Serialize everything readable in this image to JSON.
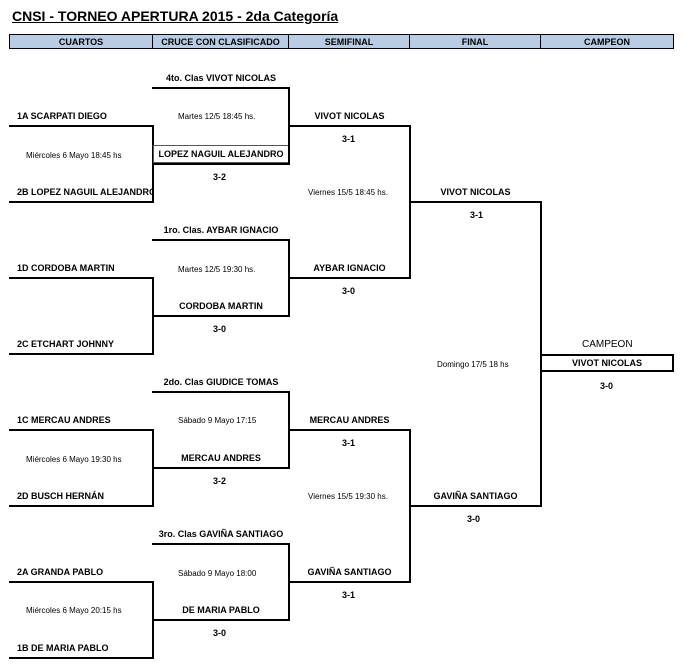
{
  "title": "CNSI - TORNEO APERTURA 2015 - 2da Categoría",
  "headers": [
    "CUARTOS",
    "CRUCE CON CLASIFICADO",
    "SEMIFINAL",
    "FINAL",
    "CAMPEON"
  ],
  "cuartos": [
    {
      "p1": "1A SCARPATI DIEGO",
      "p2": "2B LOPEZ NAGUIL ALEJANDRO",
      "date": "Miércoles 6 Mayo 18:45 hs"
    },
    {
      "p1": "1D CORDOBA MARTIN",
      "p2": "2C ETCHART JOHNNY",
      "date": ""
    },
    {
      "p1": "1C MERCAU ANDRES",
      "p2": "2D BUSCH HERNÁN",
      "date": "Miércoles 6 Mayo 19:30 hs"
    },
    {
      "p1": "2A GRANDA PABLO",
      "p2": "1B DE MARIA PABLO",
      "date": "Miércoles 6 Mayo 20:15 hs"
    }
  ],
  "cruces": [
    {
      "seed": "4to. Clas VIVOT NICOLAS",
      "winner": "LOPEZ NAGUIL ALEJANDRO",
      "date": "Martes 12/5 18:45 hs.",
      "score": "3-2"
    },
    {
      "seed": "1ro. Clas. AYBAR IGNACIO",
      "winner": "CORDOBA MARTIN",
      "date": "Martes 12/5 19:30 hs.",
      "score": "3-0"
    },
    {
      "seed": "2do. Clas GIUDICE TOMAS",
      "winner": "MERCAU ANDRES",
      "date": "Sábado 9 Mayo 17:15",
      "score": "3-2"
    },
    {
      "seed": "3ro. Clas GAVIÑA SANTIAGO",
      "winner": "DE MARIA PABLO",
      "date": "Sábado 9 Mayo 18:00",
      "score": "3-0"
    }
  ],
  "semis": [
    {
      "p1": "VIVOT NICOLAS",
      "s1": "3-1",
      "p2": "AYBAR IGNACIO",
      "s2": "3-0",
      "date": "Viernes 15/5 18:45 hs."
    },
    {
      "p1": "MERCAU ANDRES",
      "s1": "3-1",
      "p2": "GAVIÑA SANTIAGO",
      "s2": "3-1",
      "date": "Viernes 15/5 19:30 hs."
    }
  ],
  "final": {
    "p1": "VIVOT NICOLAS",
    "s1": "3-1",
    "p2": "GAVIÑA SANTIAGO",
    "s2": "3-0",
    "date": "Domingo 17/5 18 hs"
  },
  "campeon": {
    "caption": "CAMPEON",
    "name": "VIVOT NICOLAS",
    "score": "3-0"
  }
}
